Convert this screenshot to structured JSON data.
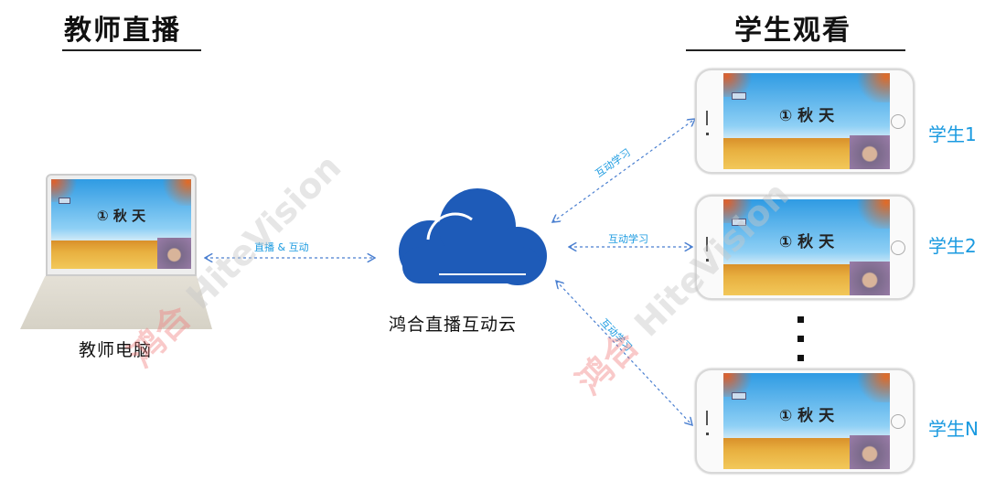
{
  "teacher_section": {
    "title": "教师直播",
    "device_label": "教师电脑"
  },
  "student_section": {
    "title": "学生观看",
    "students": [
      "学生1",
      "学生2",
      "学生N"
    ]
  },
  "cloud": {
    "label": "鸿合直播互动云"
  },
  "connections": {
    "teacher_link": "直播 & 互动",
    "student_link": "互动学习"
  },
  "screen": {
    "lesson_title": "① 秋 天"
  },
  "watermark": {
    "cn": "鸿合",
    "en": "HiteVision"
  },
  "colors": {
    "accent": "#1a9ae0",
    "cloud": "#1e5bb8",
    "arrow": "#4a7fd0"
  }
}
